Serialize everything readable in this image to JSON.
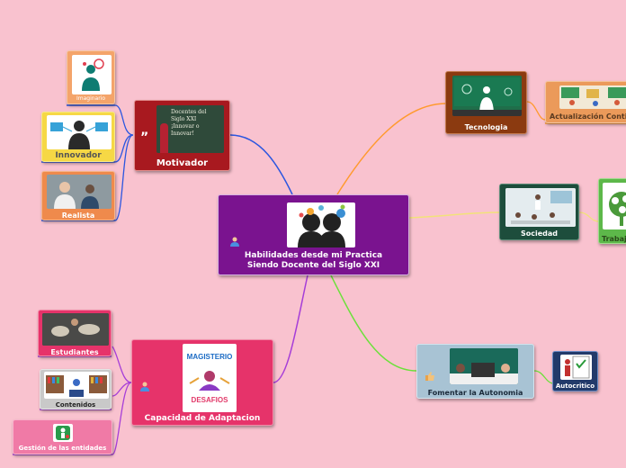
{
  "central": {
    "title_line1": "Habilidades desde mi Practica",
    "title_line2": "Siendo Docente del Siglo XXI"
  },
  "nodes": {
    "motivador": {
      "label": "Motivador",
      "board_text": "Docentes del Siglo XXI ¡Innovar o Innovar!"
    },
    "imaginario": {
      "label": "Imaginario"
    },
    "innovador": {
      "label": "Innovador"
    },
    "realista": {
      "label": "Realista"
    },
    "tecnologia": {
      "label": "Tecnologia"
    },
    "actualizacion": {
      "label": "Actualización Conti"
    },
    "sociedad": {
      "label": "Sociedad"
    },
    "trabajo": {
      "label": "Trabaj"
    },
    "fomentar": {
      "label": "Fomentar la Autonomia"
    },
    "autocritico": {
      "label": "Autocritico"
    },
    "capacidad": {
      "label": "Capacidad de Adaptacion",
      "poster_title": "MAGISTERIO",
      "poster_sub": "DESAFIOS"
    },
    "estudiantes": {
      "label": "Estudiantes"
    },
    "contenidos": {
      "label": "Contenidos"
    },
    "gestion": {
      "label": "Gestión de las entidades"
    }
  },
  "colors": {
    "background": "#f9c2cf",
    "central": "#7a138f",
    "motivador": "#a8191f",
    "tecnologia": "#8b3a10",
    "sociedad": "#1d4d3c",
    "fomentar": "#a8c3d4",
    "capacidad": "#e6336a"
  }
}
